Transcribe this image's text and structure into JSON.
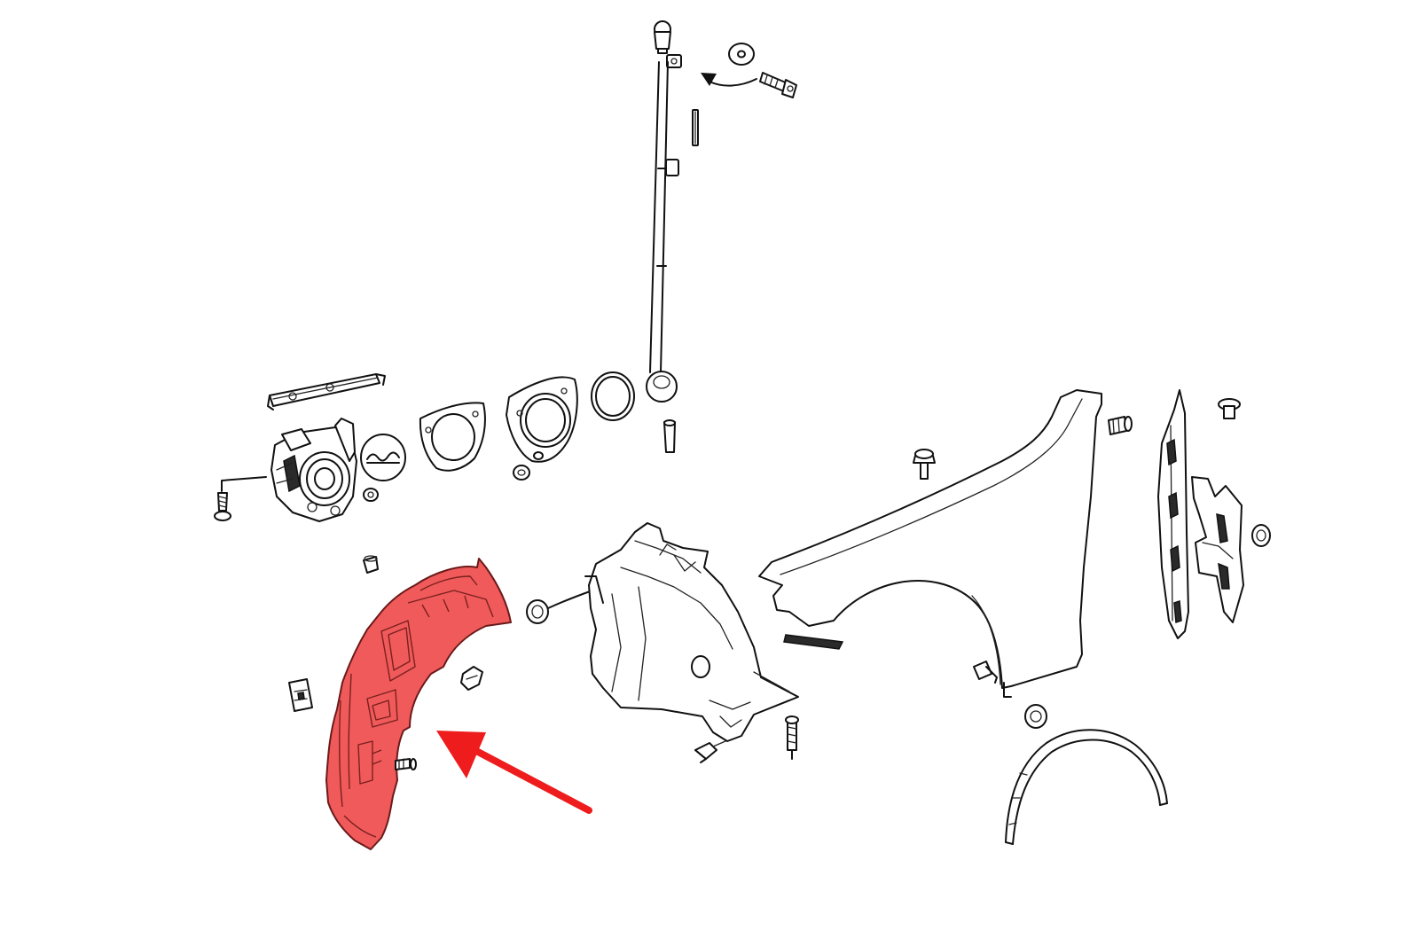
{
  "diagram": {
    "description_free": true,
    "highlight_color": "#f05a5a",
    "arrow_color": "#ee1c1c",
    "line_color": "#111111",
    "background": "#ffffff",
    "highlighted_part": "wheel-arch-liner-rear-section",
    "parts": [
      "hood-support-rod",
      "rod-ball-end",
      "rod-mounting-bolt",
      "rod-washer",
      "rod-clip",
      "rod-grommet",
      "headlamp-adjuster-bracket",
      "headlamp-adjuster-assembly",
      "adjuster-cap",
      "gasket-plate-1",
      "gasket-plate-2",
      "seal-ring",
      "wheel-arch-liner-rear-section",
      "wheel-arch-liner-front-section",
      "front-fender",
      "fender-side-bracket",
      "fender-seal-panel",
      "wheel-arch-trim",
      "push-clips",
      "screws"
    ]
  }
}
